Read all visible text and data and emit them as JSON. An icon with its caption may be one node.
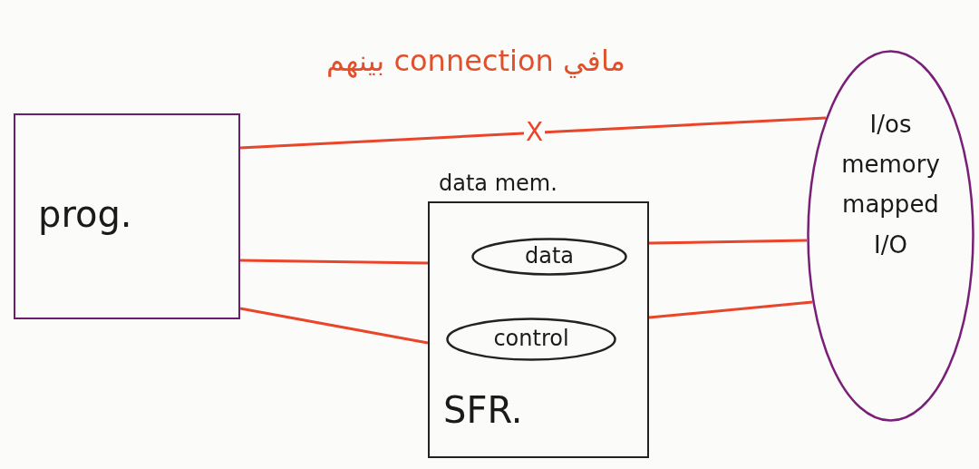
{
  "diagram": {
    "nodes": [
      {
        "text": [
          "prog."
        ]
      },
      {
        "text": [
          "data mem.",
          "SFR."
        ]
      },
      {
        "text": [
          "data"
        ],
        "in": 1
      },
      {
        "text": [
          "control"
        ],
        "in": 1
      },
      {
        "text": [
          "I/os memory mapped I/O"
        ]
      }
    ],
    "edges": [
      {
        "from": 0,
        "to": 4,
        "arrow": "none",
        "label": "X"
      },
      {
        "from": 0,
        "to": 1,
        "arrow": "none"
      },
      {
        "from": 0,
        "to": 1,
        "arrow": "none"
      },
      {
        "from": 4,
        "to": 1,
        "arrow": "none"
      },
      {
        "from": 4,
        "to": 1,
        "arrow": "none"
      }
    ],
    "labels": [
      "مافي connection بينهم"
    ]
  }
}
